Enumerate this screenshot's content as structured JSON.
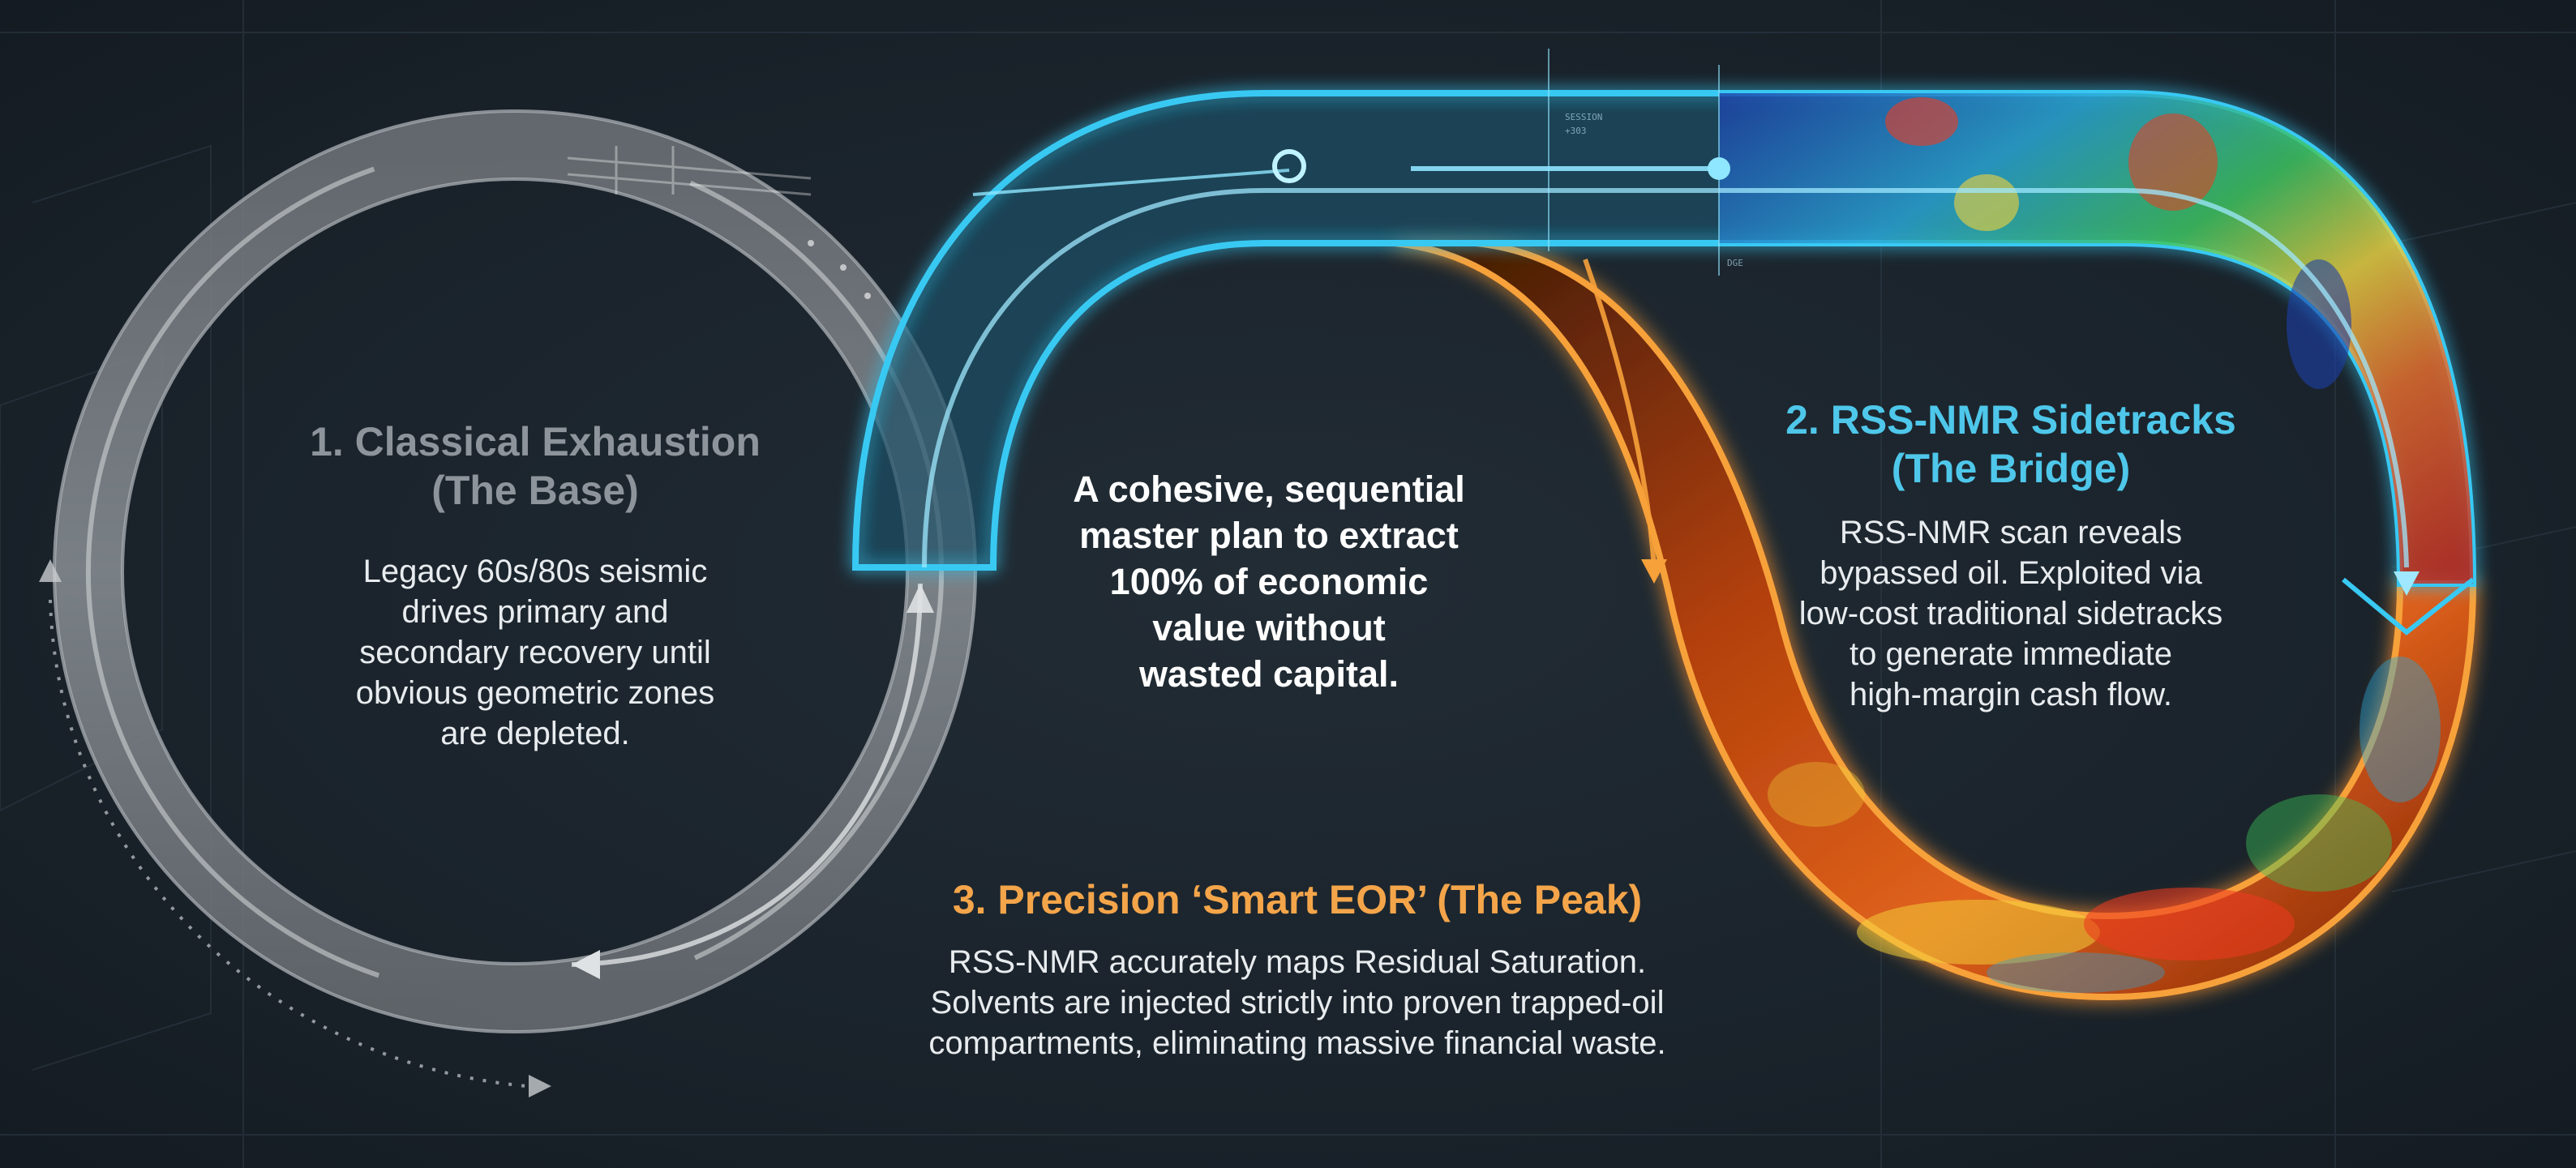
{
  "stage_1": {
    "title_line1": "1. Classical Exhaustion",
    "title_line2": "(The Base)",
    "body_lines": [
      "Legacy 60s/80s seismic",
      "drives primary and",
      "secondary recovery until",
      "obvious geometric zones",
      "are depleted."
    ]
  },
  "stage_2": {
    "title_line1": "2. RSS-NMR Sidetracks",
    "title_line2": "(The Bridge)",
    "body_lines": [
      "RSS-NMR scan reveals",
      "bypassed oil. Exploited via",
      "low-cost traditional sidetracks",
      "to generate immediate",
      "high-margin cash flow."
    ]
  },
  "stage_3": {
    "title": "3. Precision ‘Smart EOR’ (The Peak)",
    "body_lines": [
      "RSS-NMR accurately maps Residual Saturation.",
      "Solvents are injected strictly into proven trapped-oil",
      "compartments, eliminating massive financial waste."
    ]
  },
  "center": {
    "lines": [
      "A cohesive, sequential",
      "master plan to extract",
      "100% of economic",
      "value without",
      "wasted capital."
    ]
  },
  "colors": {
    "background": "#1b242c",
    "grey_ring": "#9aa0a5",
    "blue_glow": "#35c7f2",
    "orange_glow": "#f39a2c",
    "grey_title": "#8d949b",
    "blue_title": "#4ec7ea",
    "orange_title": "#f4a54a"
  },
  "icons": [
    "up-arrow-icon",
    "right-arrow-icon",
    "down-arrow-icon",
    "left-arrow-icon"
  ]
}
